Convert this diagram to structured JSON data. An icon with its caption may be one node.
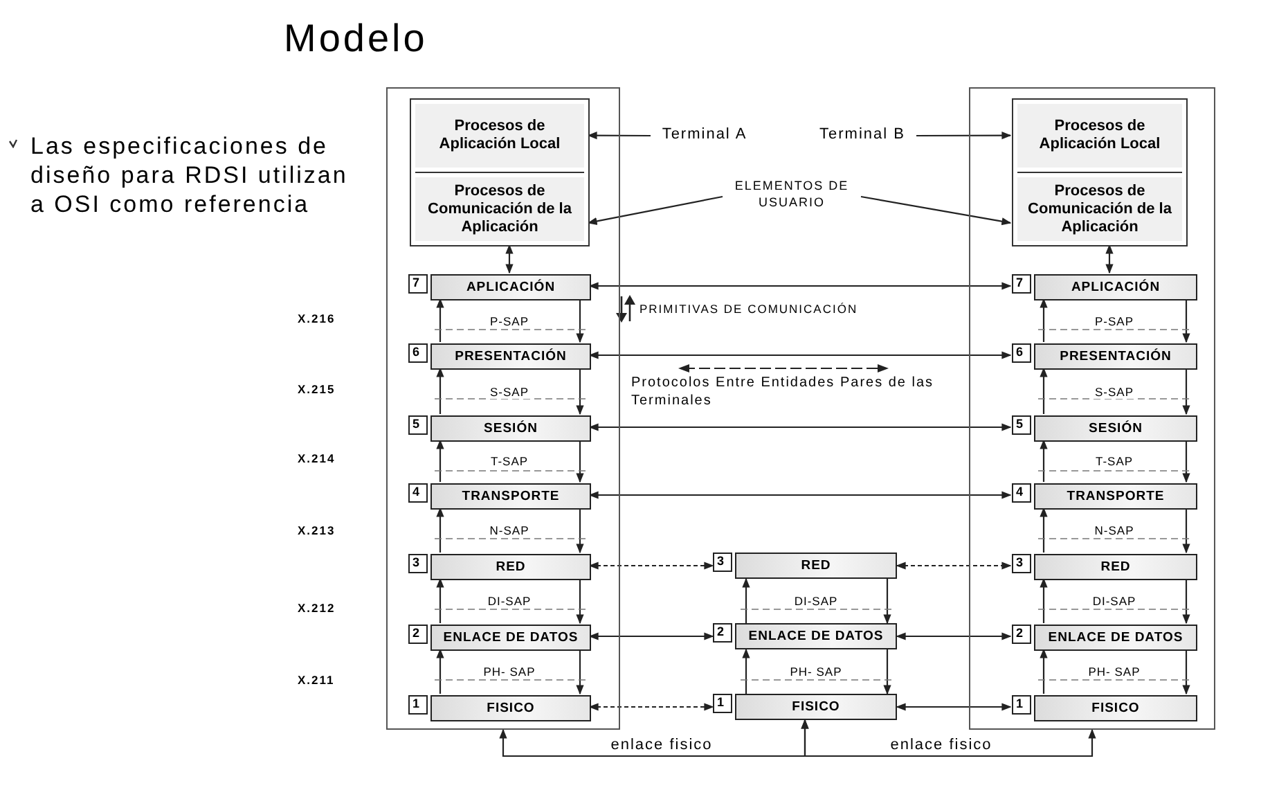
{
  "diagram": {
    "title": "Modelo",
    "nodes": [
      {
        "text": [],
        "shape": "box"
      },
      {
        "text": [
          "Procesos de Aplicación Local",
          "Procesos de Comunicación de la Aplicación"
        ],
        "in": 0
      },
      {
        "text": [
          "7",
          "APLICACIÓN"
        ],
        "in": 0
      },
      {
        "text": [
          "6",
          "PRESENTACIÓN"
        ],
        "in": 0
      },
      {
        "text": [
          "5",
          "SESIÓN"
        ],
        "in": 0
      },
      {
        "text": [
          "4",
          "TRANSPORTE"
        ],
        "in": 0
      },
      {
        "text": [
          "3",
          "RED"
        ],
        "in": 0
      },
      {
        "text": [
          "2",
          "ENLACE DE DATOS"
        ],
        "in": 0
      },
      {
        "text": [
          "1",
          "FISICO"
        ],
        "in": 0
      },
      {
        "text": [
          "3",
          "RED"
        ]
      },
      {
        "text": [
          "2",
          "ENLACE DE DATOS"
        ]
      },
      {
        "text": [
          "1",
          "FISICO"
        ]
      },
      {
        "text": [],
        "shape": "box"
      },
      {
        "text": [
          "Procesos de Aplicación Local",
          "Procesos de Comunicación de la Aplicación"
        ],
        "in": 12
      },
      {
        "text": [
          "7",
          "APLICACIÓN"
        ],
        "in": 12
      },
      {
        "text": [
          "6",
          "PRESENTACIÓN"
        ],
        "in": 12
      },
      {
        "text": [
          "5",
          "SESIÓN"
        ],
        "in": 12
      },
      {
        "text": [
          "4",
          "TRANSPORTE"
        ],
        "in": 12
      },
      {
        "text": [
          "3",
          "RED"
        ],
        "in": 12
      },
      {
        "text": [
          "2",
          "ENLACE DE DATOS"
        ],
        "in": 12
      },
      {
        "text": [
          "1",
          "FISICO"
        ],
        "in": 12
      },
      {
        "text": [
          "Terminal A"
        ]
      },
      {
        "text": [
          "Terminal B"
        ]
      },
      {
        "text": [
          "ELEMENTOS DE USUARIO"
        ]
      }
    ],
    "edges": [
      {
        "from": 21,
        "to": 1,
        "arrow": "to"
      },
      {
        "from": 22,
        "to": 13,
        "arrow": "to"
      },
      {
        "from": 23,
        "to": 1,
        "arrow": "to"
      },
      {
        "from": 23,
        "to": 13,
        "arrow": "to"
      },
      {
        "from": 1,
        "to": 2,
        "arrow": "both"
      },
      {
        "from": 3,
        "to": 2,
        "arrow": "to"
      },
      {
        "from": 2,
        "to": 3,
        "arrow": "to",
        "label": "P-SAP"
      },
      {
        "from": 4,
        "to": 3,
        "arrow": "to"
      },
      {
        "from": 3,
        "to": 4,
        "arrow": "to",
        "label": "S-SAP"
      },
      {
        "from": 5,
        "to": 4,
        "arrow": "to"
      },
      {
        "from": 4,
        "to": 5,
        "arrow": "to",
        "label": "T-SAP"
      },
      {
        "from": 6,
        "to": 5,
        "arrow": "to"
      },
      {
        "from": 5,
        "to": 6,
        "arrow": "to",
        "label": "N-SAP"
      },
      {
        "from": 7,
        "to": 6,
        "arrow": "to"
      },
      {
        "from": 6,
        "to": 7,
        "arrow": "to",
        "label": "DI-SAP"
      },
      {
        "from": 8,
        "to": 7,
        "arrow": "to"
      },
      {
        "from": 7,
        "to": 8,
        "arrow": "to",
        "label": "PH- SAP"
      },
      {
        "from": 10,
        "to": 9,
        "arrow": "to"
      },
      {
        "from": 9,
        "to": 10,
        "arrow": "to",
        "label": "DI-SAP"
      },
      {
        "from": 11,
        "to": 10,
        "arrow": "to"
      },
      {
        "from": 10,
        "to": 11,
        "arrow": "to",
        "label": "PH- SAP"
      },
      {
        "from": 13,
        "to": 14,
        "arrow": "both"
      },
      {
        "from": 15,
        "to": 14,
        "arrow": "to"
      },
      {
        "from": 14,
        "to": 15,
        "arrow": "to",
        "label": "P-SAP"
      },
      {
        "from": 16,
        "to": 15,
        "arrow": "to"
      },
      {
        "from": 15,
        "to": 16,
        "arrow": "to",
        "label": "S-SAP"
      },
      {
        "from": 17,
        "to": 16,
        "arrow": "to"
      },
      {
        "from": 16,
        "to": 17,
        "arrow": "to",
        "label": "T-SAP"
      },
      {
        "from": 18,
        "to": 17,
        "arrow": "to"
      },
      {
        "from": 17,
        "to": 18,
        "arrow": "to",
        "label": "N-SAP"
      },
      {
        "from": 19,
        "to": 18,
        "arrow": "to"
      },
      {
        "from": 18,
        "to": 19,
        "arrow": "to",
        "label": "DI-SAP"
      },
      {
        "from": 20,
        "to": 19,
        "arrow": "to"
      },
      {
        "from": 19,
        "to": 20,
        "arrow": "to",
        "label": "PH- SAP"
      },
      {
        "from": 2,
        "to": 14,
        "arrow": "both"
      },
      {
        "from": 3,
        "to": 15,
        "arrow": "both"
      },
      {
        "from": 4,
        "to": 16,
        "arrow": "both"
      },
      {
        "from": 5,
        "to": 17,
        "arrow": "both"
      },
      {
        "from": 6,
        "to": 9,
        "arrow": "both",
        "style": "dashed"
      },
      {
        "from": 7,
        "to": 10,
        "arrow": "both"
      },
      {
        "from": 8,
        "to": 11,
        "arrow": "both",
        "style": "dashed"
      },
      {
        "from": 9,
        "to": 18,
        "arrow": "both",
        "style": "dashed"
      },
      {
        "from": 10,
        "to": 19,
        "arrow": "both"
      },
      {
        "from": 11,
        "to": 20,
        "arrow": "both"
      },
      {
        "from": 11,
        "to": 0,
        "arrow": "both",
        "label": "enlace fisico"
      },
      {
        "from": 11,
        "to": 12,
        "arrow": "both",
        "label": "enlace fisico"
      }
    ],
    "labels": [
      "Las especificaciones de diseño para RDSI utilizan a OSI como referencia",
      "PRIMITIVAS DE COMUNICACIÓN",
      "Protocolos Entre Entidades Pares de las Terminales",
      "X.216",
      "X.215",
      "X.214",
      "X.213",
      "X.212",
      "X.211"
    ]
  }
}
